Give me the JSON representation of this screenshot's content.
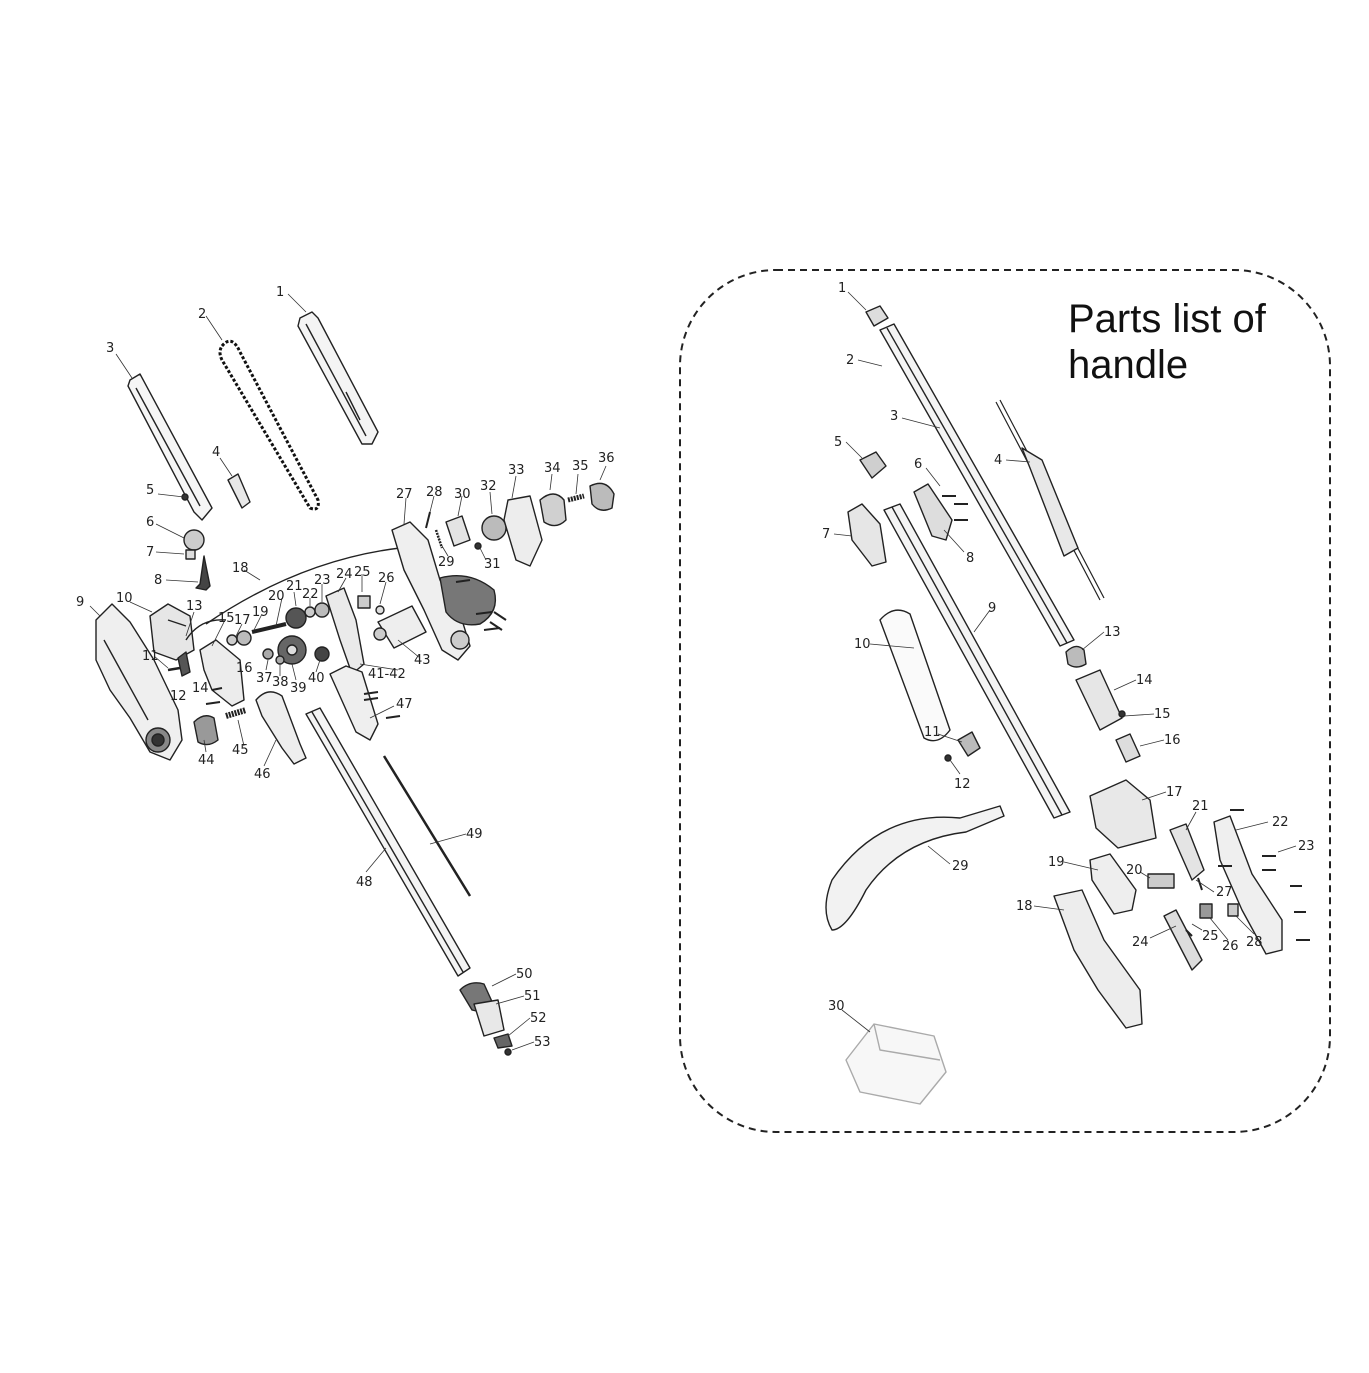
{
  "handle_panel": {
    "title_line1": "Parts list of",
    "title_line2": "handle"
  },
  "main_assembly": {
    "labels": [
      "1",
      "2",
      "3",
      "4",
      "5",
      "6",
      "7",
      "8",
      "9",
      "10",
      "11",
      "12",
      "13",
      "14",
      "15",
      "16",
      "17",
      "18",
      "19",
      "20",
      "21",
      "22",
      "23",
      "24",
      "25",
      "26",
      "27",
      "28",
      "29",
      "30",
      "31",
      "32",
      "33",
      "34",
      "35",
      "36",
      "37",
      "38",
      "39",
      "40",
      "41-42",
      "43",
      "44",
      "45",
      "46",
      "47",
      "48",
      "49",
      "50",
      "51",
      "52",
      "53"
    ]
  },
  "handle_assembly": {
    "labels": [
      "1",
      "2",
      "3",
      "4",
      "5",
      "6",
      "7",
      "8",
      "9",
      "10",
      "11",
      "12",
      "13",
      "14",
      "15",
      "16",
      "17",
      "18",
      "19",
      "20",
      "21",
      "22",
      "23",
      "24",
      "25",
      "26",
      "27",
      "28",
      "29",
      "30"
    ]
  }
}
